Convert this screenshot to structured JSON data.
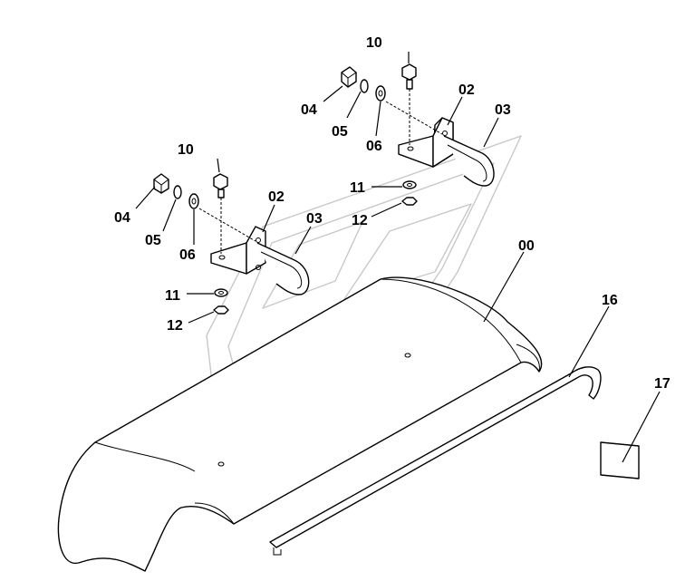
{
  "callouts": {
    "p10_top": "10",
    "p04_top": "04",
    "p05_top": "05",
    "p06_top": "06",
    "p02_top": "02",
    "p03_top": "03",
    "p11_top": "11",
    "p12_top": "12",
    "p10_left": "10",
    "p04_left": "04",
    "p05_left": "05",
    "p06_left": "06",
    "p02_left": "02",
    "p03_left": "03",
    "p11_left": "11",
    "p12_left": "12",
    "p00": "00",
    "p16": "16",
    "p17": "17"
  }
}
